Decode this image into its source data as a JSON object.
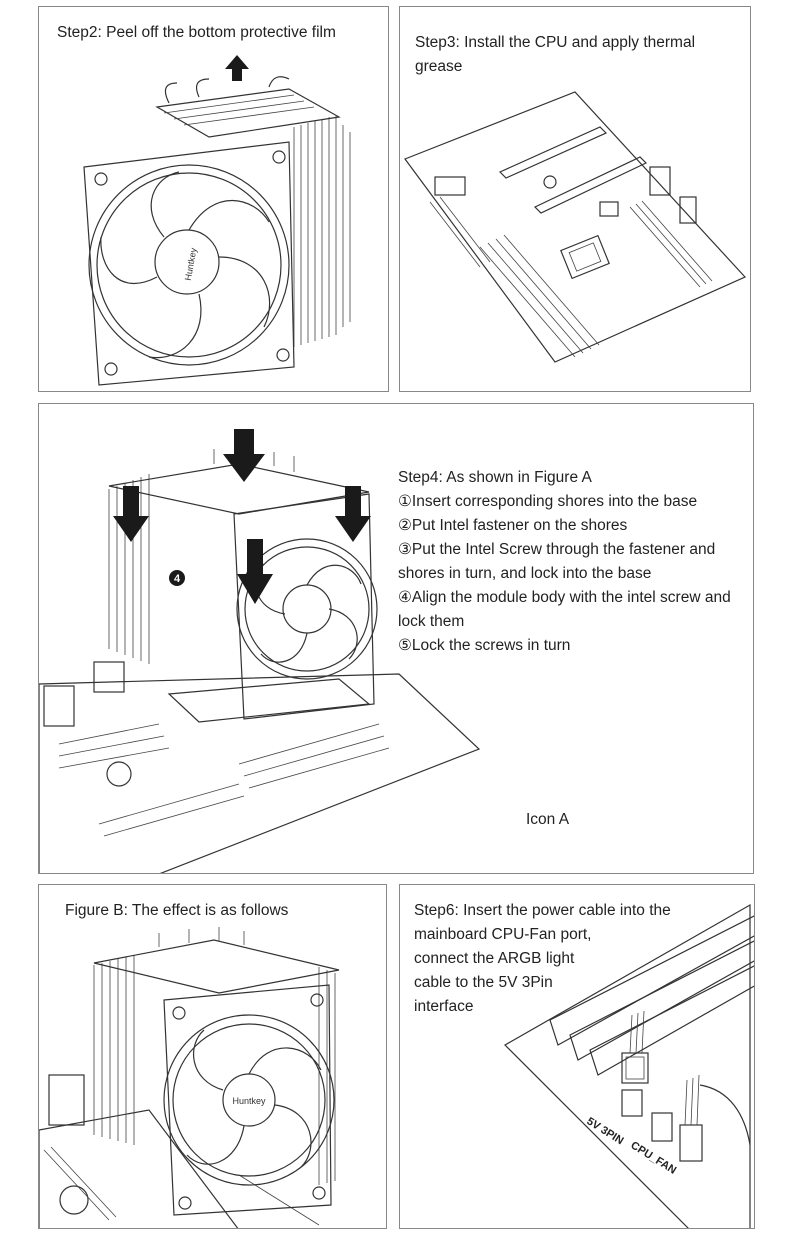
{
  "panels": {
    "step2": {
      "caption": "Step2: Peel off the bottom protective film"
    },
    "step3": {
      "caption": "Step3: Install the CPU and apply thermal\ngrease"
    },
    "step4": {
      "title": "Step4: As shown in Figure A",
      "items": [
        "①Insert corresponding shores into the base",
        "②Put Intel fastener on the shores",
        "③Put the Intel Screw through the fastener and shores in turn, and lock into the base",
        "④Align the module body with the intel screw and lock them",
        "⑤Lock the screws in turn"
      ],
      "icon_label": "Icon A",
      "badge": "4"
    },
    "figureB": {
      "caption": "Figure B: The effect is as follows",
      "brand": "Huntkey"
    },
    "step6": {
      "caption": "Step6: Insert the power cable into the\nmainboard CPU-Fan port,\nconnect the ARGB light\ncable to the 5V 3Pin\ninterface",
      "label_5v": "5V 3PIN",
      "label_cpu": "CPU_FAN"
    }
  },
  "colors": {
    "border": "#888888",
    "text": "#222222",
    "arrow": "#1a1a1a"
  }
}
